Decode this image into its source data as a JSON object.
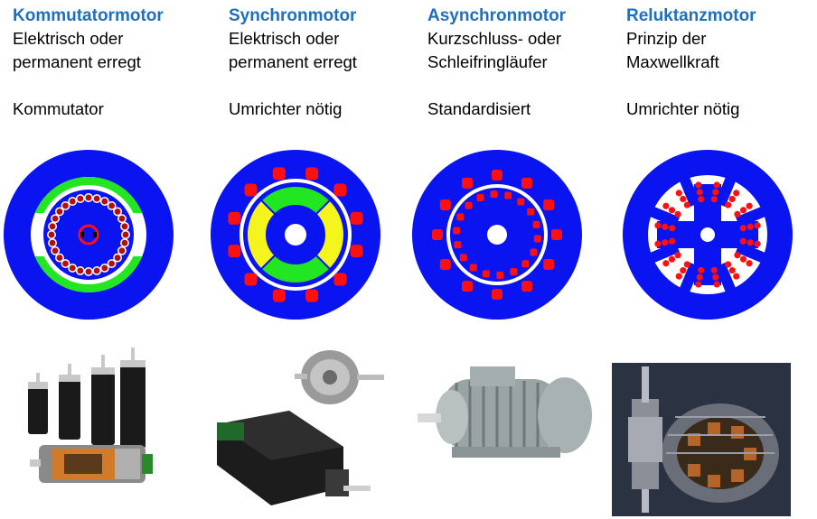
{
  "colors": {
    "title": "#1f6fbf",
    "stator_blue": "#0a14f0",
    "winding_red": "#ff1010",
    "magnet_green": "#22e622",
    "magnet_yellow": "#f5f51e",
    "dark_red": "#b01010"
  },
  "columns": [
    {
      "title": "Kommutatormotor",
      "line1": "Elektrisch oder",
      "line2": "permanent  erregt",
      "line3": "Kommutator"
    },
    {
      "title": "Synchronmotor",
      "line1": "Elektrisch oder",
      "line2": "permanent  erregt",
      "line3": "Umrichter  nötig"
    },
    {
      "title": "Asynchronmotor",
      "line1": "Kurzschluss-  oder",
      "line2": "Schleifringläufer",
      "line3": "Standardisiert"
    },
    {
      "title": "Reluktanzmotor",
      "line1": "Prinzip  der",
      "line2": "Maxwellkraft",
      "line3": "Umrichter  nötig"
    }
  ],
  "photos": [
    {
      "icon": "brushed-dc-motors-photo"
    },
    {
      "icon": "synchronous-servo-motors-photo"
    },
    {
      "icon": "induction-motor-photo"
    },
    {
      "icon": "reluctance-motor-photo"
    }
  ]
}
